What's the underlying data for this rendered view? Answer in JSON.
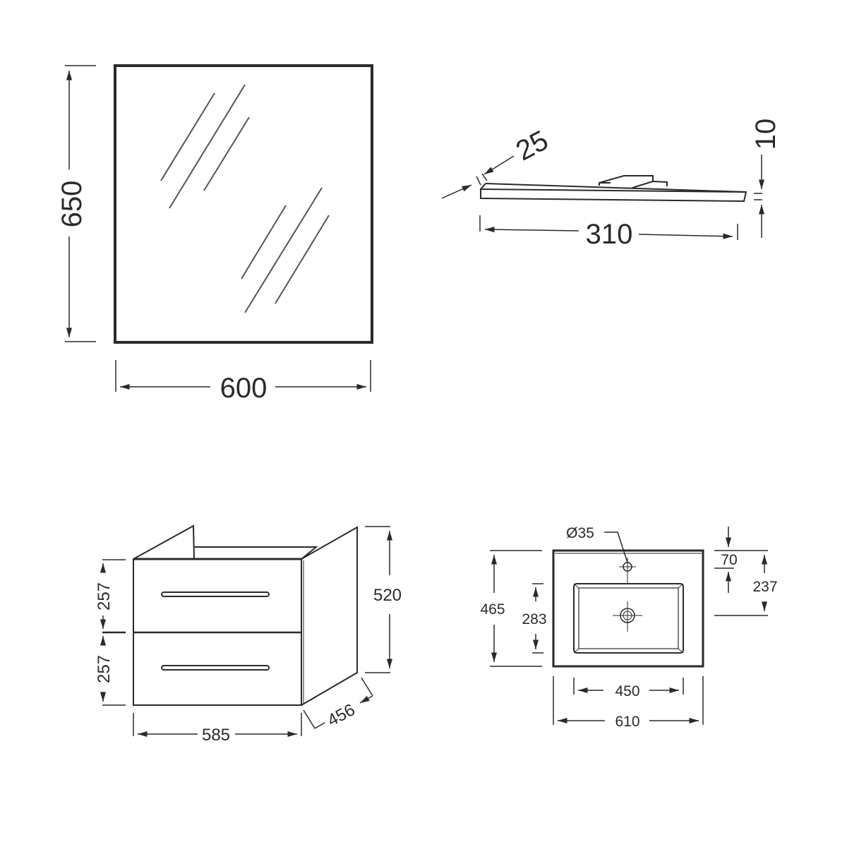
{
  "colors": {
    "line": "#2a2a2a",
    "background": "#ffffff"
  },
  "mirror": {
    "name": "mirror",
    "width_label": "600",
    "height_label": "650"
  },
  "light": {
    "name": "led-light-bar",
    "length_label": "310",
    "depth_label": "25",
    "height_label": "10"
  },
  "cabinet": {
    "name": "vanity-cabinet",
    "width_label": "585",
    "depth_label": "456",
    "height_label": "520",
    "drawer_top_label": "257",
    "drawer_bottom_label": "257"
  },
  "basin": {
    "name": "basin-top-view",
    "tap_hole_label": "Ø35",
    "overall_width_label": "610",
    "bowl_width_label": "450",
    "overall_depth_label": "465",
    "bowl_depth_label": "283",
    "tap_offset_label": "70",
    "drain_offset_label": "237"
  }
}
